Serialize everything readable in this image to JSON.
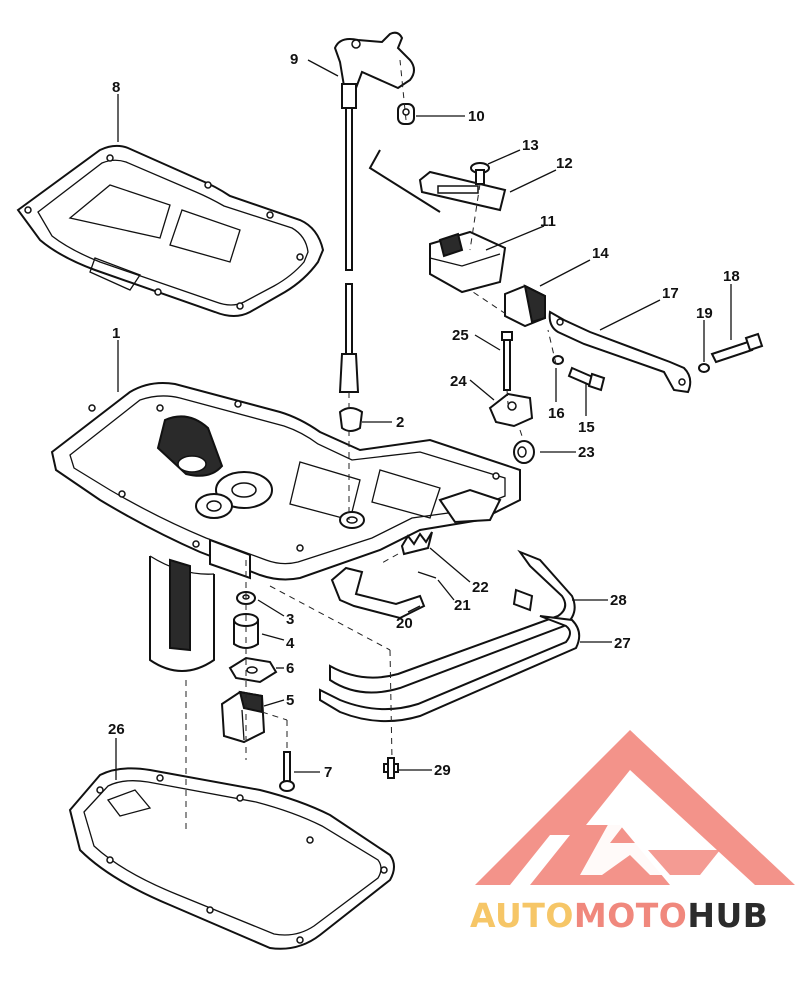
{
  "diagram": {
    "callouts": [
      "1",
      "2",
      "3",
      "4",
      "5",
      "6",
      "7",
      "8",
      "9",
      "10",
      "11",
      "12",
      "13",
      "14",
      "15",
      "16",
      "17",
      "18",
      "19",
      "20",
      "21",
      "22",
      "23",
      "24",
      "25",
      "26",
      "27",
      "28",
      "29"
    ]
  },
  "logo": {
    "name": "automotohub-logo",
    "text_part1": "AUTO",
    "text_part2": "MOTO",
    "text_part3": "HUB",
    "colors": {
      "part1": "#f6c667",
      "part2": "#f0887d",
      "part3": "#2b2b2b",
      "triangle": "#f28a80"
    }
  }
}
